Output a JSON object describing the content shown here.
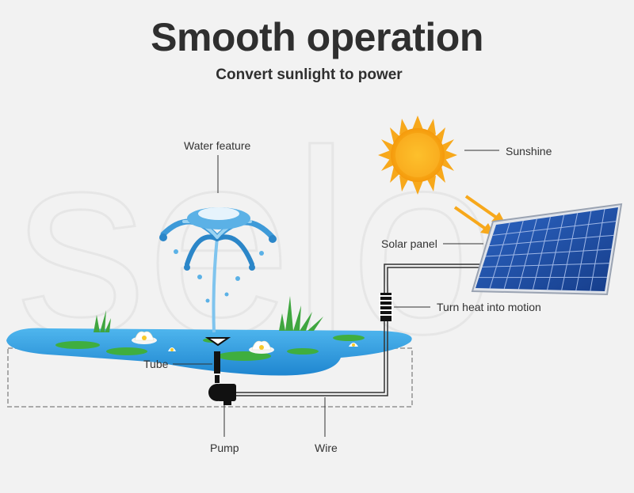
{
  "header": {
    "title": "Smooth operation",
    "subtitle": "Convert sunlight to power"
  },
  "watermark": "selo",
  "labels": {
    "water_feature": "Water feature",
    "sunshine": "Sunshine",
    "solar_panel": "Solar panel",
    "turn_heat": "Turn heat into motion",
    "tube": "Tube",
    "pump": "Pump",
    "wire": "Wire"
  },
  "colors": {
    "water": "#2f9be0",
    "panel": "#1f4fa8",
    "sun": "#f7a81b",
    "text": "#2f2f2f"
  }
}
